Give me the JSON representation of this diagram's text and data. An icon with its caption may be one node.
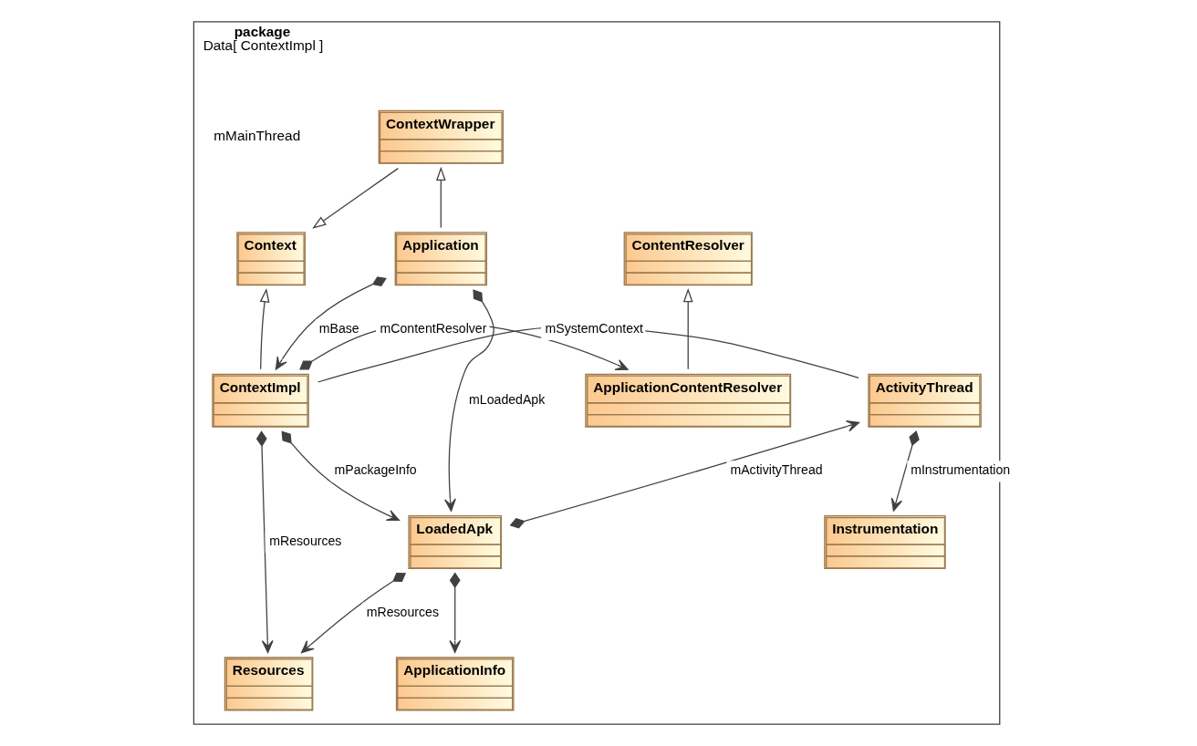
{
  "diagram": {
    "nodes": [
      {
        "text": [
          "package",
          "Data[ ContextImpl ]"
        ]
      },
      {
        "text": [
          "ContextWrapper"
        ],
        "in": 0
      },
      {
        "text": [
          "Context"
        ],
        "in": 0
      },
      {
        "text": [
          "Application"
        ],
        "in": 0
      },
      {
        "text": [
          "ContentResolver"
        ],
        "in": 0
      },
      {
        "text": [
          "ApplicationContentResolver"
        ],
        "in": 0
      },
      {
        "text": [
          "ContextImpl"
        ],
        "in": 0
      },
      {
        "text": [
          "ActivityThread"
        ],
        "in": 0
      },
      {
        "text": [
          "Instrumentation"
        ],
        "in": 0
      },
      {
        "text": [
          "LoadedApk"
        ],
        "in": 0
      },
      {
        "text": [
          "Resources"
        ],
        "in": 0
      },
      {
        "text": [
          "ApplicationInfo"
        ],
        "in": 0
      }
    ],
    "edges": [
      {
        "from": 1,
        "to": 2,
        "arrow": "to"
      },
      {
        "from": 3,
        "to": 1,
        "arrow": "to"
      },
      {
        "from": 6,
        "to": 2,
        "arrow": "to"
      },
      {
        "from": 5,
        "to": 4,
        "arrow": "to"
      },
      {
        "from": 3,
        "to": 6,
        "arrow": "to",
        "label": "mBase"
      },
      {
        "from": 6,
        "to": 5,
        "arrow": "to",
        "label": "mContentResolver"
      },
      {
        "from": 6,
        "to": 7,
        "arrow": "none",
        "label": "mSystemContext"
      },
      {
        "from": 7,
        "to": 8,
        "arrow": "to",
        "label": "mInstrumentation"
      },
      {
        "from": 6,
        "to": 10,
        "arrow": "to",
        "label": "mResources"
      },
      {
        "from": 6,
        "to": 9,
        "arrow": "to",
        "label": "mPackageInfo"
      },
      {
        "from": 3,
        "to": 9,
        "arrow": "to",
        "label": "mLoadedApk"
      },
      {
        "from": 9,
        "to": 7,
        "arrow": "to",
        "label": "mActivityThread"
      },
      {
        "from": 9,
        "to": 10,
        "arrow": "to",
        "label": "mResources"
      },
      {
        "from": 9,
        "to": 11,
        "arrow": "to"
      }
    ],
    "labels": [
      "mMainThread"
    ]
  }
}
